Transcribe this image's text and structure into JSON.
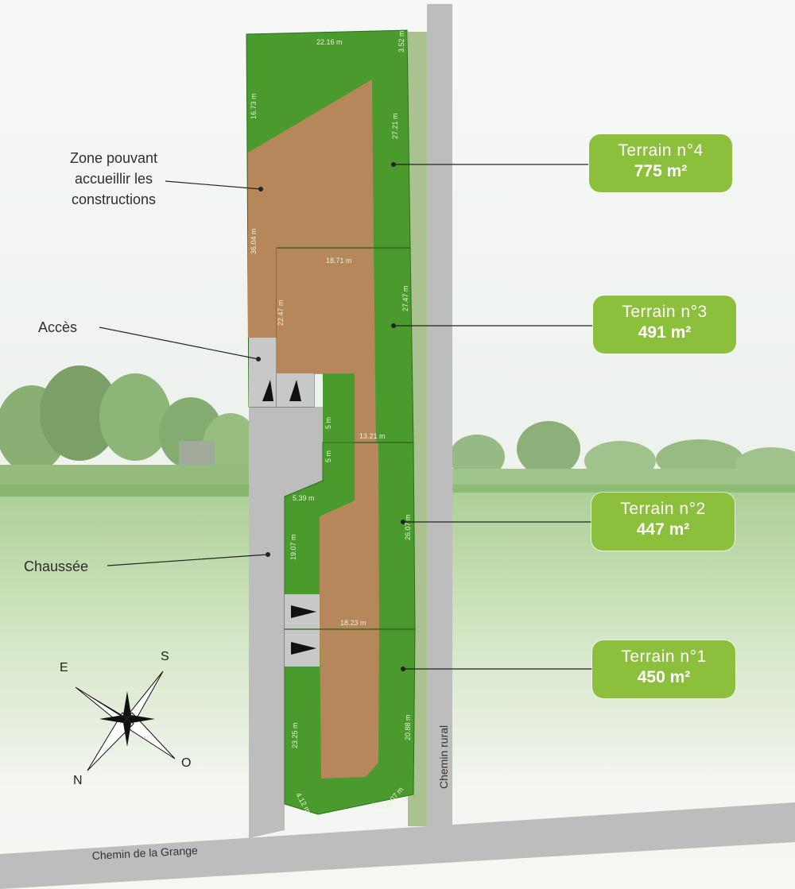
{
  "labels": {
    "zone_line1": "Zone pouvant",
    "zone_line2": "accueillir les",
    "zone_line3": "constructions",
    "acces": "Accès",
    "chaussee": "Chaussée",
    "chemin_grange": "Chemin de la Grange",
    "chemin_rural": "Chemin rural"
  },
  "terrains": [
    {
      "name": "Terrain n°4",
      "area": "775 m²"
    },
    {
      "name": "Terrain n°3",
      "area": "491 m²"
    },
    {
      "name": "Terrain n°2",
      "area": "447 m²"
    },
    {
      "name": "Terrain n°1",
      "area": "450 m²"
    }
  ],
  "dimensions": {
    "d1": "22.16 m",
    "d2": "3.52 m",
    "d3": "16.73 m",
    "d4": "27.21 m",
    "d5": "36.04 m",
    "d6": "18.71 m",
    "d7": "22.47 m",
    "d8": "27.47 m",
    "d9": "5 m",
    "d10": "13.21 m",
    "d11": "5 m",
    "d12": "5.39 m",
    "d13": "19.07 m",
    "d14": "26.07 m",
    "d15": "18.23 m",
    "d16": "23.25 m",
    "d17": "20.88 m",
    "d18": "4.12 m",
    "d19": "4.01 m",
    "d20": "3.07 m"
  },
  "compass": {
    "e": "E",
    "s": "S",
    "n": "N",
    "o": "O"
  },
  "colors": {
    "plot_green": "#4a9a2e",
    "construction_zone": "#b5875a",
    "road_grey": "#bdbdbd",
    "card_green": "#8cbf3c"
  }
}
